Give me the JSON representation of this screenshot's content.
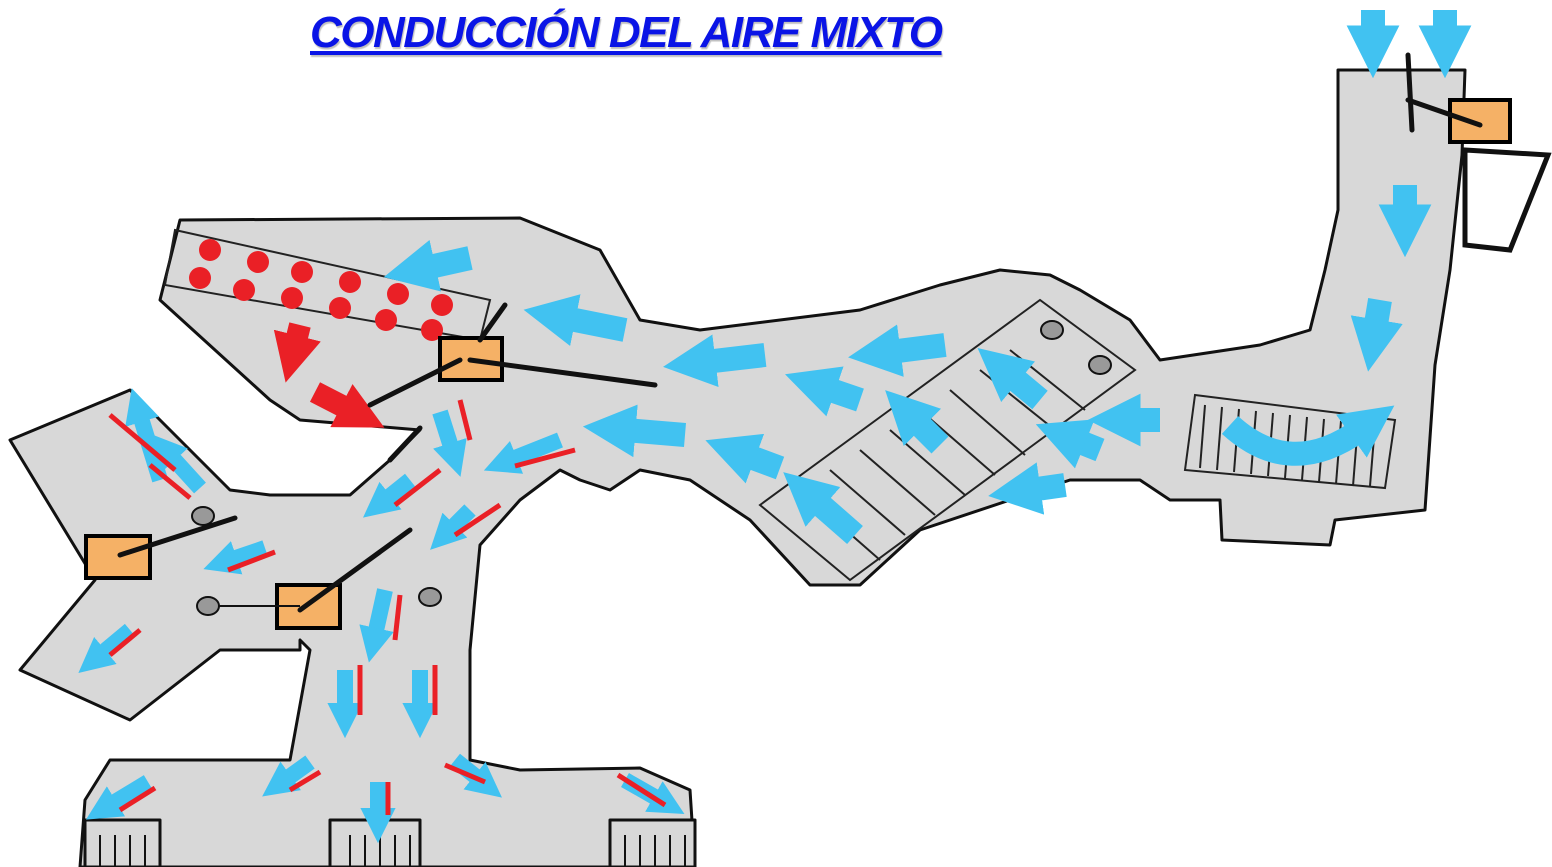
{
  "title": "CONDUCCIÓN DEL AIRE MIXTO",
  "colors": {
    "title": "#0a14e6",
    "cold_air": "#41c2f1",
    "hot_air": "#ea2026",
    "duct_fill": "#d8d8d8",
    "actuator": "#f5b166",
    "outline": "#111111"
  },
  "diagram": {
    "elements": [
      "air-duct-housing",
      "fresh-air-inlet",
      "evaporator",
      "heater-core",
      "blend-door-actuators",
      "outlet-vents"
    ]
  }
}
